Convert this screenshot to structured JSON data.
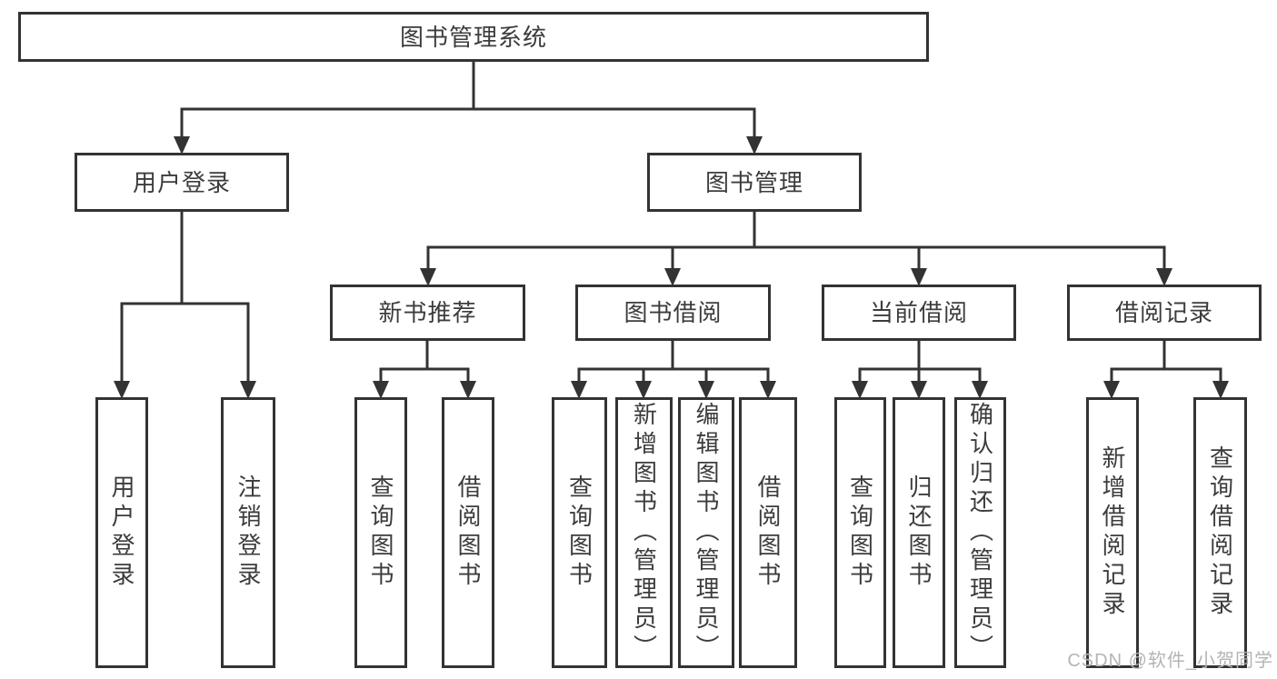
{
  "diagram": {
    "root": {
      "label": "图书管理系统"
    },
    "level2": [
      {
        "label": "用户登录"
      },
      {
        "label": "图书管理"
      }
    ],
    "level3": [
      {
        "label": "新书推荐"
      },
      {
        "label": "图书借阅"
      },
      {
        "label": "当前借阅"
      },
      {
        "label": "借阅记录"
      }
    ],
    "leaves": [
      {
        "label": "用户登录"
      },
      {
        "label": "注销登录"
      },
      {
        "label": "查询图书"
      },
      {
        "label": "借阅图书"
      },
      {
        "label": "查询图书"
      },
      {
        "label": "新增图书（管理员）"
      },
      {
        "label": "编辑图书（管理员）"
      },
      {
        "label": "借阅图书"
      },
      {
        "label": "查询图书"
      },
      {
        "label": "归还图书"
      },
      {
        "label": "确认归还（管理员）"
      },
      {
        "label": "新增借阅记录"
      },
      {
        "label": "查询借阅记录"
      }
    ],
    "watermark": "CSDN @软件_小贺同学",
    "colors": {
      "line": "#333333",
      "border": "#333333",
      "text": "#3c3c3c",
      "background": "#ffffff",
      "watermark": "#b4b4b4"
    }
  }
}
